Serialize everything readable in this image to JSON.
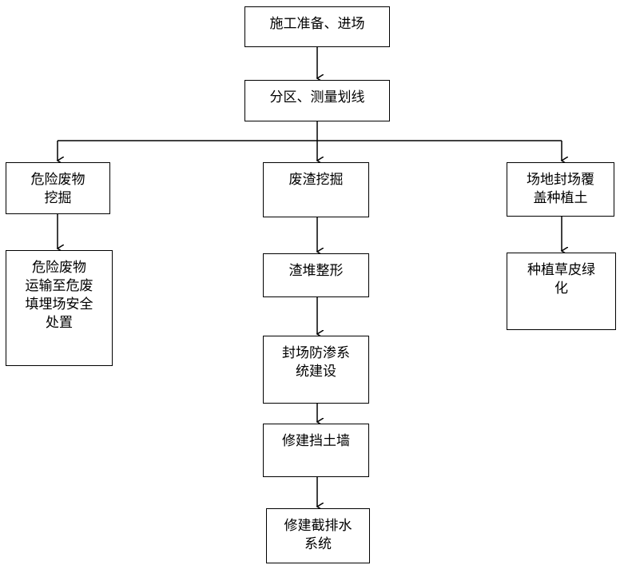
{
  "flowchart": {
    "start": {
      "label": "施工准备、进场"
    },
    "zoning": {
      "label": "分区、测量划线"
    },
    "left": {
      "step1": {
        "line1": "危险废物",
        "line2": "挖掘"
      },
      "step2": {
        "line1": "危险废物",
        "line2": "运输至危废",
        "line3": "填埋场安全",
        "line4": "处置"
      }
    },
    "center": {
      "step1": {
        "label": "废渣挖掘"
      },
      "step2": {
        "label": "渣堆整形"
      },
      "step3": {
        "line1": "封场防渗系",
        "line2": "统建设"
      },
      "step4": {
        "label": "修建挡土墙"
      },
      "step5": {
        "line1": "修建截排水",
        "line2": "系统"
      }
    },
    "right": {
      "step1": {
        "line1": "场地封场覆",
        "line2": "盖种植土"
      },
      "step2": {
        "line1": "种植草皮绿",
        "line2": "化"
      }
    }
  }
}
